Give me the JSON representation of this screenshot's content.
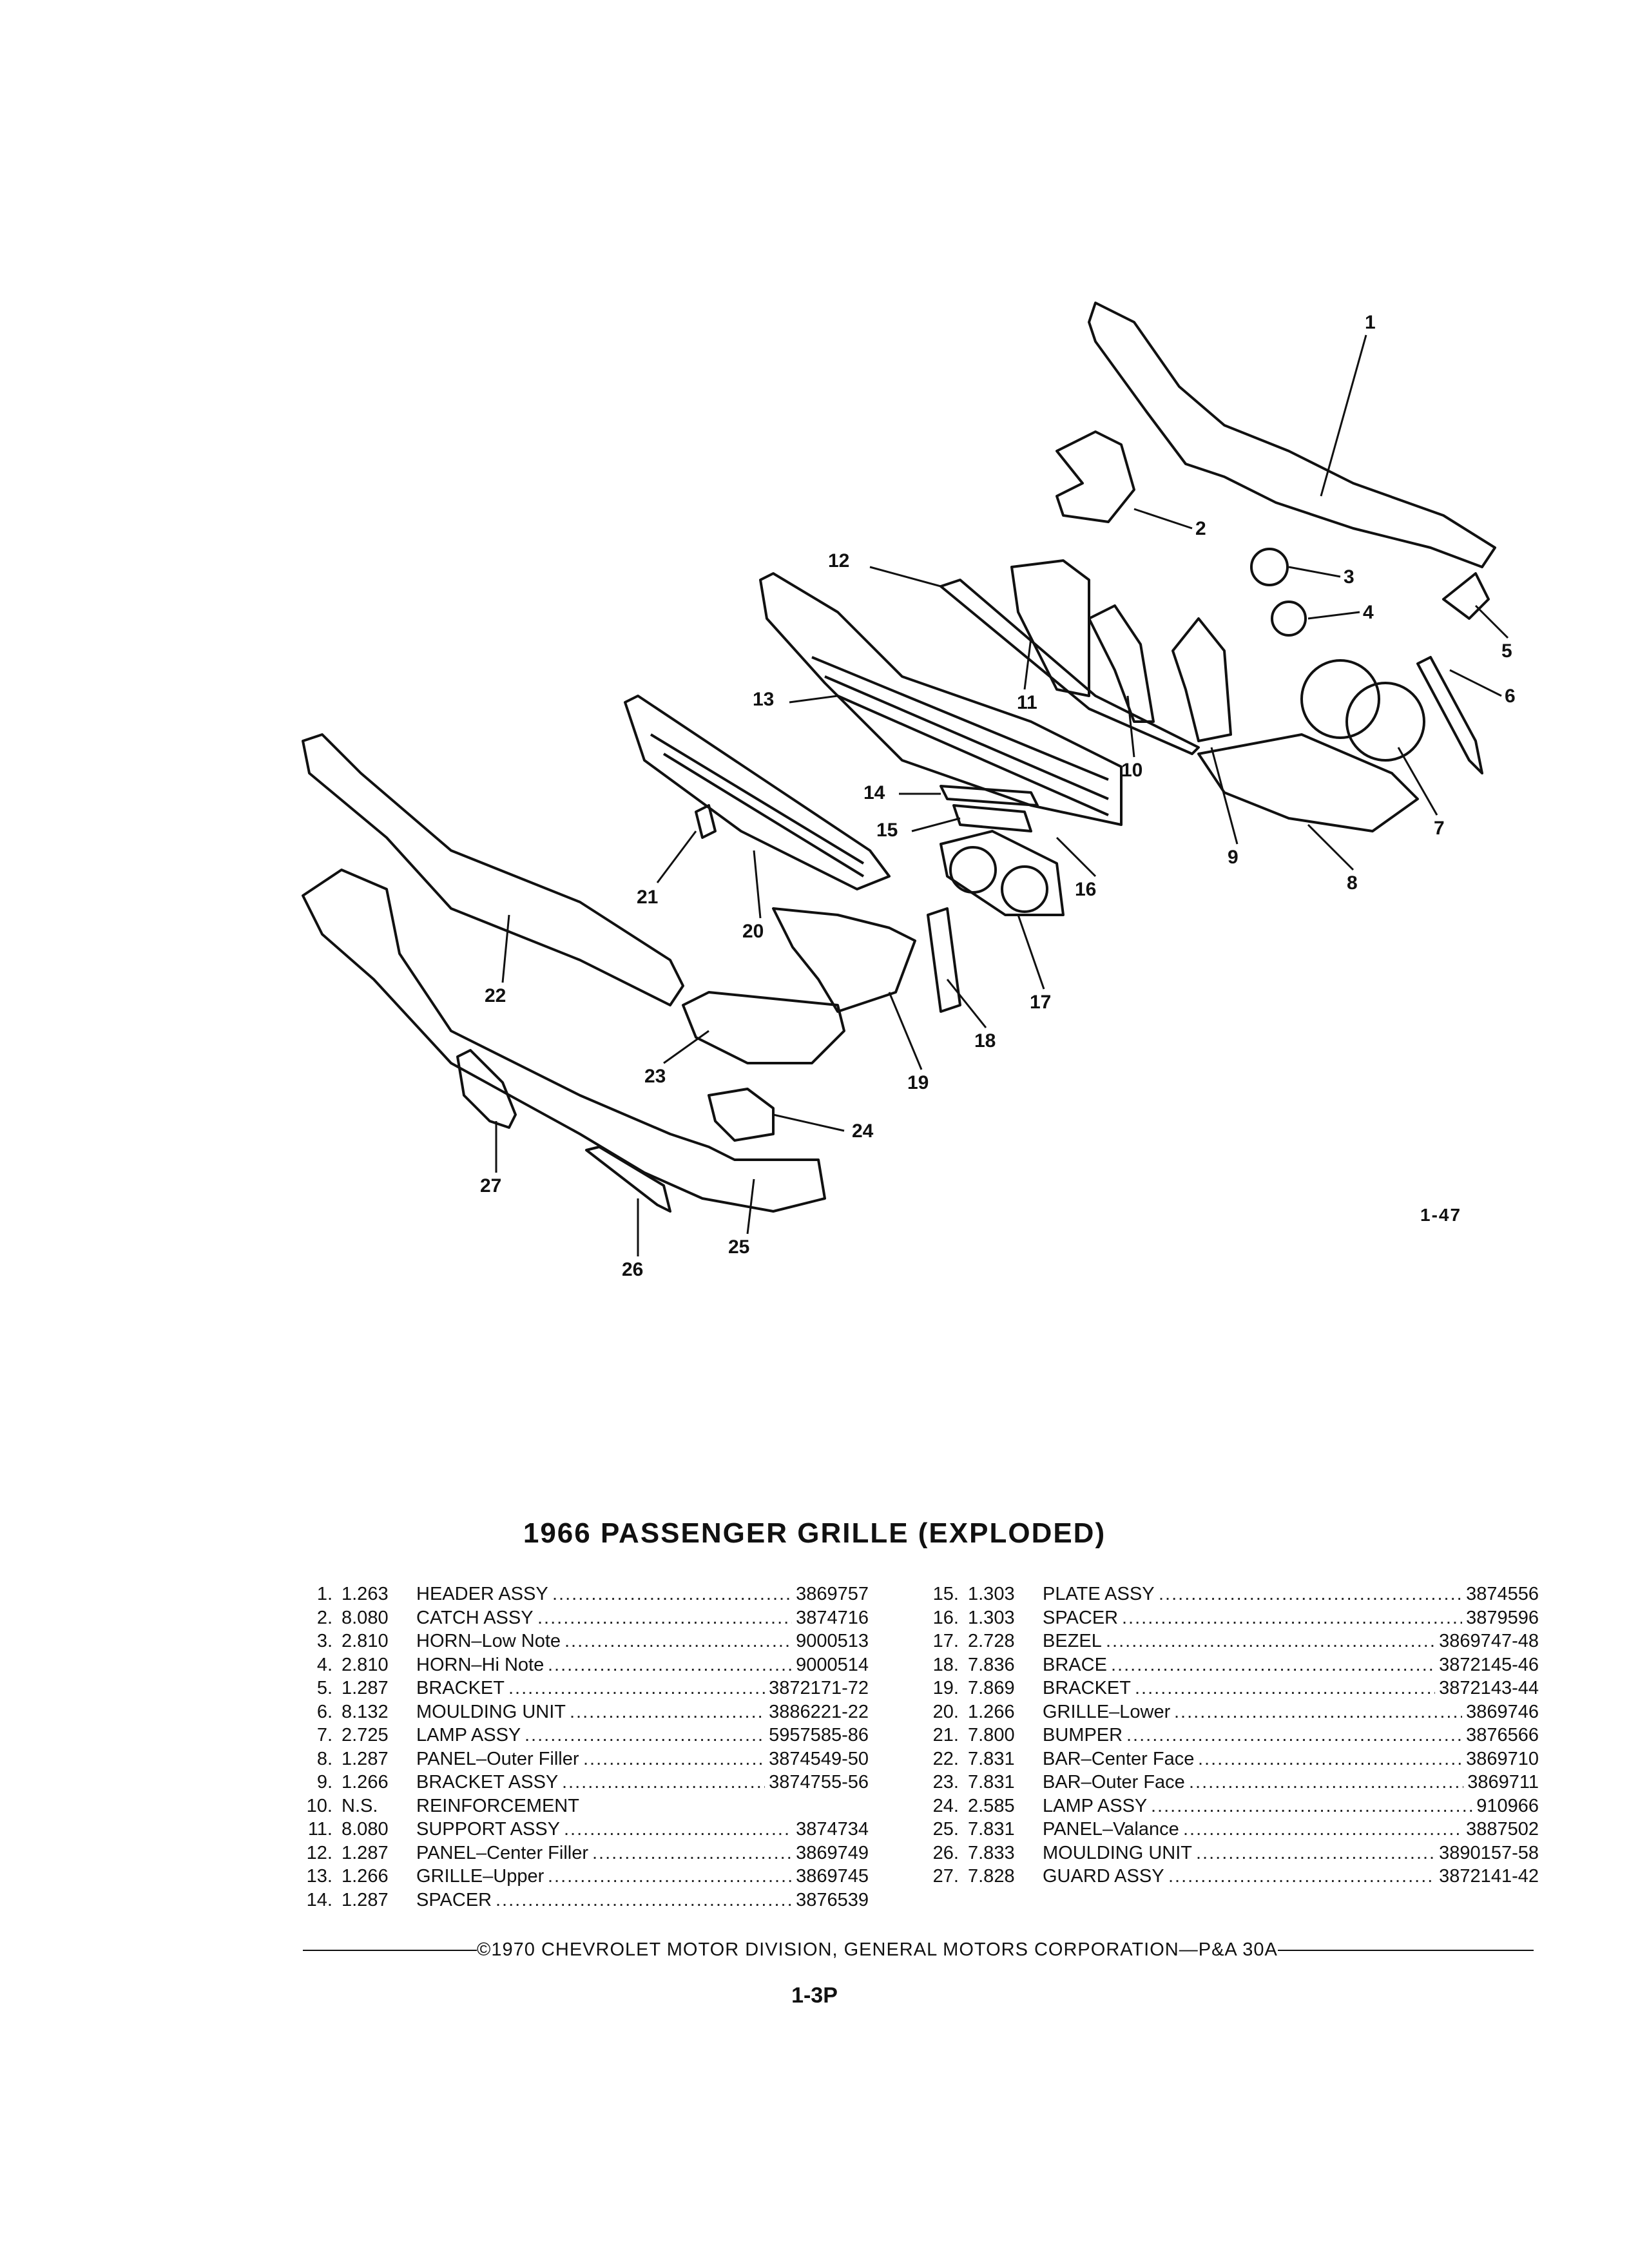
{
  "figure": {
    "label": "1-47",
    "callouts": [
      "1",
      "2",
      "3",
      "4",
      "5",
      "6",
      "7",
      "8",
      "9",
      "10",
      "11",
      "12",
      "13",
      "14",
      "15",
      "16",
      "17",
      "18",
      "19",
      "20",
      "21",
      "22",
      "23",
      "24",
      "25",
      "26",
      "27"
    ]
  },
  "title": "1966 PASSENGER GRILLE (EXPLODED)",
  "parts_left": [
    {
      "num": "1.",
      "group": "1.263",
      "name": "HEADER ASSY",
      "part": "3869757"
    },
    {
      "num": "2.",
      "group": "8.080",
      "name": "CATCH ASSY",
      "part": "3874716"
    },
    {
      "num": "3.",
      "group": "2.810",
      "name": "HORN–Low Note",
      "part": "9000513"
    },
    {
      "num": "4.",
      "group": "2.810",
      "name": "HORN–Hi Note",
      "part": "9000514"
    },
    {
      "num": "5.",
      "group": "1.287",
      "name": "BRACKET",
      "part": "3872171-72"
    },
    {
      "num": "6.",
      "group": "8.132",
      "name": "MOULDING UNIT",
      "part": "3886221-22"
    },
    {
      "num": "7.",
      "group": "2.725",
      "name": "LAMP ASSY",
      "part": "5957585-86"
    },
    {
      "num": "8.",
      "group": "1.287",
      "name": "PANEL–Outer Filler",
      "part": "3874549-50"
    },
    {
      "num": "9.",
      "group": "1.266",
      "name": "BRACKET ASSY",
      "part": "3874755-56"
    },
    {
      "num": "10.",
      "group": "N.S.",
      "name": "REINFORCEMENT",
      "part": ""
    },
    {
      "num": "11.",
      "group": "8.080",
      "name": "SUPPORT ASSY",
      "part": "3874734"
    },
    {
      "num": "12.",
      "group": "1.287",
      "name": "PANEL–Center Filler",
      "part": "3869749"
    },
    {
      "num": "13.",
      "group": "1.266",
      "name": "GRILLE–Upper",
      "part": "3869745"
    },
    {
      "num": "14.",
      "group": "1.287",
      "name": "SPACER",
      "part": "3876539"
    }
  ],
  "parts_right": [
    {
      "num": "15.",
      "group": "1.303",
      "name": "PLATE ASSY",
      "part": "3874556"
    },
    {
      "num": "16.",
      "group": "1.303",
      "name": "SPACER",
      "part": "3879596"
    },
    {
      "num": "17.",
      "group": "2.728",
      "name": "BEZEL",
      "part": "3869747-48"
    },
    {
      "num": "18.",
      "group": "7.836",
      "name": "BRACE",
      "part": "3872145-46"
    },
    {
      "num": "19.",
      "group": "7.869",
      "name": "BRACKET",
      "part": "3872143-44"
    },
    {
      "num": "20.",
      "group": "1.266",
      "name": "GRILLE–Lower",
      "part": "3869746"
    },
    {
      "num": "21.",
      "group": "7.800",
      "name": "BUMPER",
      "part": "3876566"
    },
    {
      "num": "22.",
      "group": "7.831",
      "name": "BAR–Center Face",
      "part": "3869710"
    },
    {
      "num": "23.",
      "group": "7.831",
      "name": "BAR–Outer Face",
      "part": "3869711"
    },
    {
      "num": "24.",
      "group": "2.585",
      "name": "LAMP ASSY",
      "part": "910966"
    },
    {
      "num": "25.",
      "group": "7.831",
      "name": "PANEL–Valance",
      "part": "3887502"
    },
    {
      "num": "26.",
      "group": "7.833",
      "name": "MOULDING UNIT",
      "part": "3890157-58"
    },
    {
      "num": "27.",
      "group": "7.828",
      "name": "GUARD ASSY",
      "part": "3872141-42"
    }
  ],
  "copyright": "©1970 CHEVROLET MOTOR DIVISION, GENERAL MOTORS CORPORATION—P&A 30A",
  "page_number": "1-3P"
}
